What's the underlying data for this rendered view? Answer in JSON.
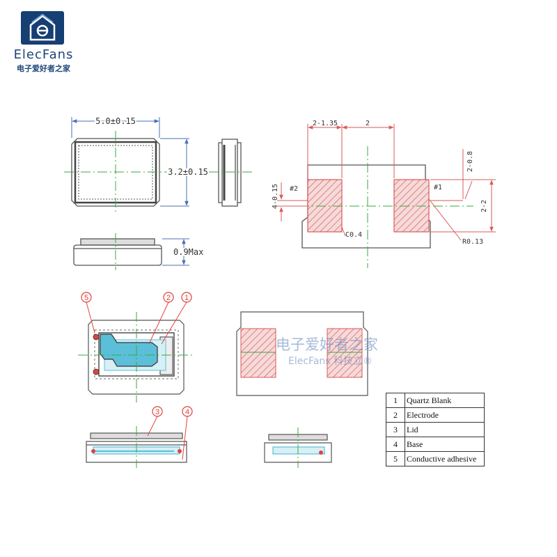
{
  "logo": {
    "name": "ElecFans",
    "subtitle": "电子爱好者之家"
  },
  "dimensions": {
    "length": "5.0±0.15",
    "width": "3.2±0.15",
    "height": "0.9Max"
  },
  "pad_layout": {
    "pad_width": "2-1.35",
    "pad_gap": "2",
    "pad_height": "4-0.15",
    "pin2_label": "#2",
    "pin1_label": "#1",
    "pin1_width": "2-0.8",
    "pin1_height": "2-2",
    "chamfer": "C0.4",
    "corner_radius": "R0.13"
  },
  "callouts": [
    "5",
    "2",
    "1",
    "3",
    "4"
  ],
  "legend": [
    {
      "num": "1",
      "name": "Quartz Blank"
    },
    {
      "num": "2",
      "name": "Electrode"
    },
    {
      "num": "3",
      "name": "Lid"
    },
    {
      "num": "4",
      "name": "Base"
    },
    {
      "num": "5",
      "name": "Conductive adhesive"
    }
  ],
  "watermark": {
    "line1": "电子爱好者之家",
    "line2": "ElecFans 科技立®"
  },
  "colors": {
    "outline": "#555555",
    "dimension": "#4a6fb5",
    "center_line": "#3aaa3a",
    "pad_hatch": "#d95a5a",
    "callout": "#e0433b",
    "quartz": "#5bbfd9"
  }
}
